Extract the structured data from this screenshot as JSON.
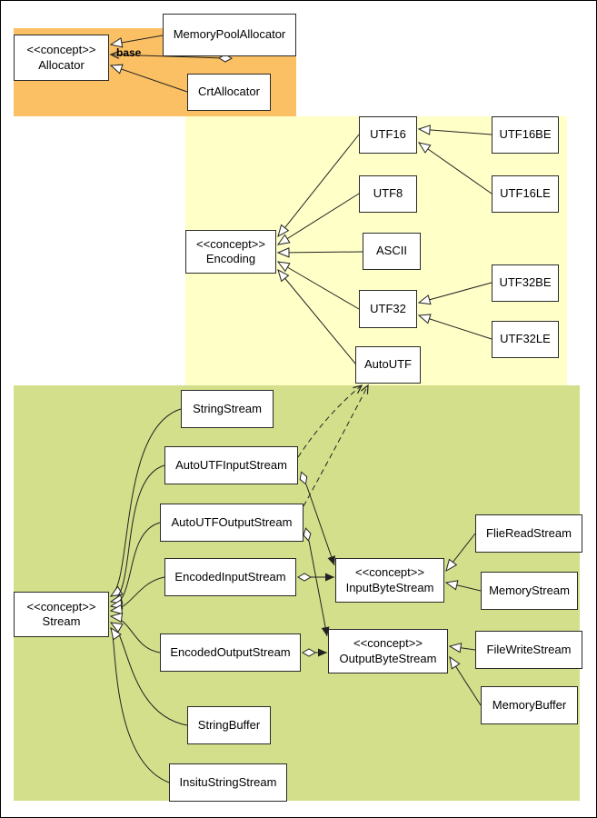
{
  "diagram": {
    "colors": {
      "allocators_region": "#fac063",
      "encodings_region": "#ffffc8",
      "streams_region": "#d3df8a",
      "node_fill": "#ffffff",
      "edge_stroke": "#222222"
    },
    "regions": {
      "allocators": {
        "color": "#fac063"
      },
      "encodings": {
        "color": "#ffffc8"
      },
      "streams": {
        "color": "#d3df8a"
      }
    },
    "nodes": {
      "allocator": {
        "stereotype": "<<concept>>",
        "label": "Allocator"
      },
      "memory_pool_allocator": {
        "label": "MemoryPoolAllocator"
      },
      "crt_allocator": {
        "label": "CrtAllocator"
      },
      "encoding": {
        "stereotype": "<<concept>>",
        "label": "Encoding"
      },
      "utf16": {
        "label": "UTF16"
      },
      "utf8": {
        "label": "UTF8"
      },
      "ascii": {
        "label": "ASCII"
      },
      "utf32": {
        "label": "UTF32"
      },
      "auto_utf": {
        "label": "AutoUTF"
      },
      "utf16be": {
        "label": "UTF16BE"
      },
      "utf16le": {
        "label": "UTF16LE"
      },
      "utf32be": {
        "label": "UTF32BE"
      },
      "utf32le": {
        "label": "UTF32LE"
      },
      "stream": {
        "stereotype": "<<concept>>",
        "label": "Stream"
      },
      "string_stream": {
        "label": "StringStream"
      },
      "auto_utf_input_stream": {
        "label": "AutoUTFInputStream"
      },
      "auto_utf_output_stream": {
        "label": "AutoUTFOutputStream"
      },
      "encoded_input_stream": {
        "label": "EncodedInputStream"
      },
      "encoded_output_stream": {
        "label": "EncodedOutputStream"
      },
      "string_buffer": {
        "label": "StringBuffer"
      },
      "insitu_string_stream": {
        "label": "InsituStringStream"
      },
      "input_byte_stream": {
        "stereotype": "<<concept>>",
        "label": "InputByteStream"
      },
      "output_byte_stream": {
        "stereotype": "<<concept>>",
        "label": "OutputByteStream"
      },
      "flie_read_stream": {
        "label": "FlieReadStream"
      },
      "memory_stream": {
        "label": "MemoryStream"
      },
      "file_write_stream": {
        "label": "FileWriteStream"
      },
      "memory_buffer": {
        "label": "MemoryBuffer"
      }
    },
    "edges": [
      {
        "from": "memory_pool_allocator",
        "to": "allocator",
        "type": "realization"
      },
      {
        "from": "memory_pool_allocator",
        "to": "allocator",
        "type": "aggregation",
        "label": "base"
      },
      {
        "from": "crt_allocator",
        "to": "allocator",
        "type": "realization"
      },
      {
        "from": "utf16",
        "to": "encoding",
        "type": "realization"
      },
      {
        "from": "utf8",
        "to": "encoding",
        "type": "realization"
      },
      {
        "from": "ascii",
        "to": "encoding",
        "type": "realization"
      },
      {
        "from": "utf32",
        "to": "encoding",
        "type": "realization"
      },
      {
        "from": "auto_utf",
        "to": "encoding",
        "type": "realization"
      },
      {
        "from": "utf16be",
        "to": "utf16",
        "type": "realization"
      },
      {
        "from": "utf16le",
        "to": "utf16",
        "type": "realization"
      },
      {
        "from": "utf32be",
        "to": "utf32",
        "type": "realization"
      },
      {
        "from": "utf32le",
        "to": "utf32",
        "type": "realization"
      },
      {
        "from": "string_stream",
        "to": "stream",
        "type": "realization"
      },
      {
        "from": "auto_utf_input_stream",
        "to": "stream",
        "type": "realization"
      },
      {
        "from": "auto_utf_output_stream",
        "to": "stream",
        "type": "realization"
      },
      {
        "from": "encoded_input_stream",
        "to": "stream",
        "type": "realization"
      },
      {
        "from": "encoded_output_stream",
        "to": "stream",
        "type": "realization"
      },
      {
        "from": "string_buffer",
        "to": "stream",
        "type": "realization"
      },
      {
        "from": "insitu_string_stream",
        "to": "stream",
        "type": "realization"
      },
      {
        "from": "auto_utf_input_stream",
        "to": "auto_utf",
        "type": "dependency"
      },
      {
        "from": "auto_utf_output_stream",
        "to": "auto_utf",
        "type": "dependency"
      },
      {
        "from": "auto_utf_input_stream",
        "to": "input_byte_stream",
        "type": "aggregation"
      },
      {
        "from": "auto_utf_output_stream",
        "to": "output_byte_stream",
        "type": "aggregation"
      },
      {
        "from": "encoded_input_stream",
        "to": "input_byte_stream",
        "type": "aggregation"
      },
      {
        "from": "encoded_output_stream",
        "to": "output_byte_stream",
        "type": "aggregation"
      },
      {
        "from": "flie_read_stream",
        "to": "input_byte_stream",
        "type": "realization"
      },
      {
        "from": "memory_stream",
        "to": "input_byte_stream",
        "type": "realization"
      },
      {
        "from": "file_write_stream",
        "to": "output_byte_stream",
        "type": "realization"
      },
      {
        "from": "memory_buffer",
        "to": "output_byte_stream",
        "type": "realization"
      }
    ]
  }
}
